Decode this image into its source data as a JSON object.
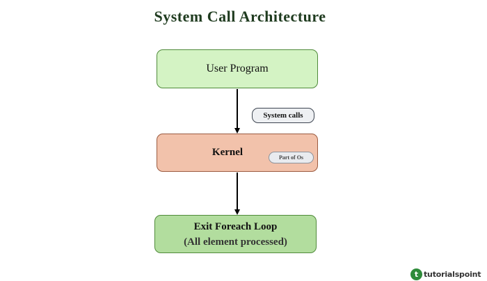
{
  "diagram": {
    "title": "System Call Architecture",
    "nodes": {
      "user_program": {
        "label": "User Program"
      },
      "kernel": {
        "label": "Kernel",
        "badge": "Part of Os"
      },
      "exit": {
        "line1": "Exit Foreach Loop",
        "line2": "(All element processed)"
      }
    },
    "edges": [
      {
        "from": "user_program",
        "to": "kernel",
        "label": "System calls"
      },
      {
        "from": "kernel",
        "to": "exit"
      }
    ]
  },
  "branding": {
    "logo_text": "tutorialspoint",
    "logo_mark": "t",
    "brand_color": "#2e8b3a"
  },
  "colors": {
    "user_program_fill": "#d4f3c4",
    "kernel_fill": "#f2c2ab",
    "exit_fill": "#b2dd9e"
  }
}
